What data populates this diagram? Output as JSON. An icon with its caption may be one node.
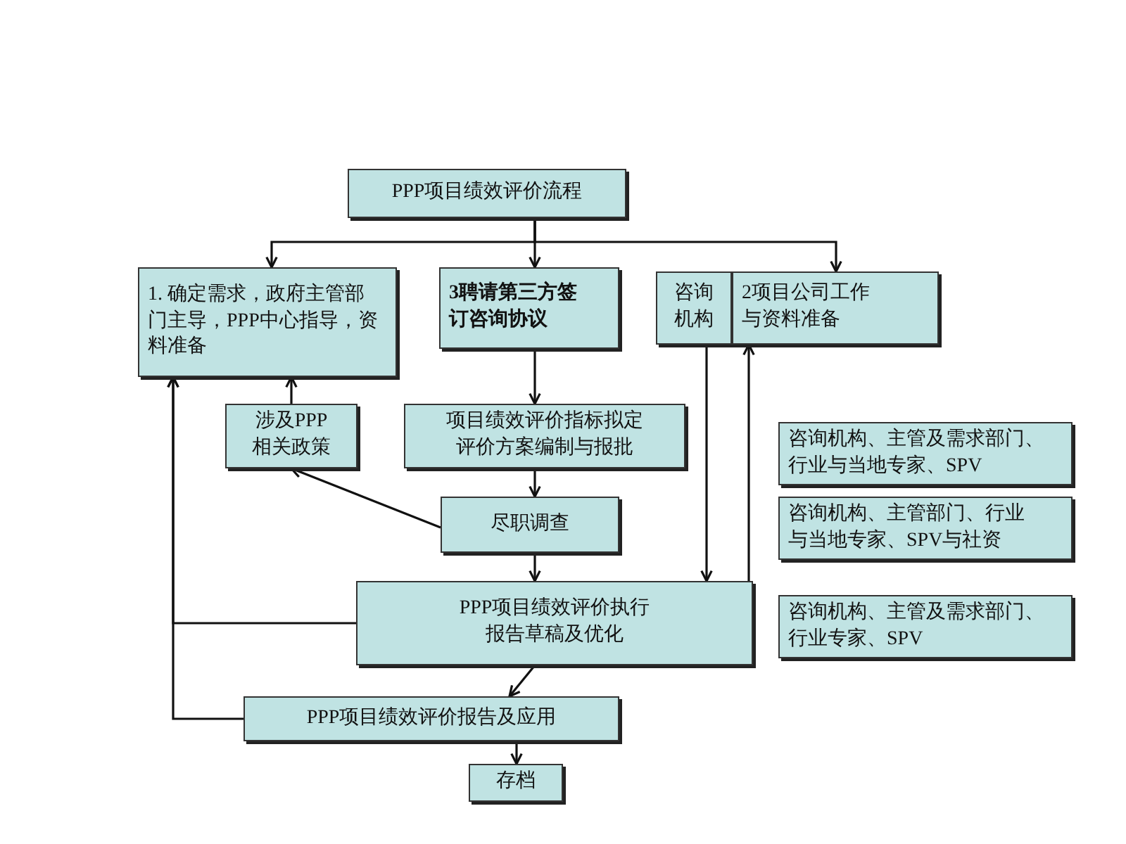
{
  "diagram": {
    "nodes": [
      {
        "text": [
          "PPP项目绩效评价流程"
        ]
      },
      {
        "text": [
          "1. 确定需求，政府主管部门主导，PPP中心指导，资料准备"
        ]
      },
      {
        "text": [
          "3聘请第三方签订咨询协议"
        ]
      },
      {
        "text": [
          "咨询机构"
        ]
      },
      {
        "text": [
          "2项目公司工作与资料准备"
        ]
      },
      {
        "text": [
          "涉及PPP相关政策"
        ]
      },
      {
        "text": [
          "项目绩效评价指标拟定评价方案编制与报批"
        ]
      },
      {
        "text": [
          "尽职调查"
        ]
      },
      {
        "text": [
          "PPP项目绩效评价执行报告草稿及优化"
        ]
      },
      {
        "text": [
          "PPP项目绩效评价报告及应用"
        ]
      },
      {
        "text": [
          "存档"
        ]
      },
      {
        "text": [
          "咨询机构、主管及需求部门、行业与当地专家、SPV"
        ]
      },
      {
        "text": [
          "咨询机构、主管部门、行业与当地专家、SPV与社资"
        ]
      },
      {
        "text": [
          "咨询机构、主管及需求部门、行业专家、SPV"
        ]
      }
    ],
    "edges": [
      {
        "from": 0,
        "to": 1,
        "arrow": "to"
      },
      {
        "from": 0,
        "to": 2,
        "arrow": "to"
      },
      {
        "from": 0,
        "to": 4,
        "arrow": "to"
      },
      {
        "from": 2,
        "to": 6,
        "arrow": "to"
      },
      {
        "from": 6,
        "to": 7,
        "arrow": "to"
      },
      {
        "from": 7,
        "to": 5,
        "arrow": "to"
      },
      {
        "from": 5,
        "to": 1,
        "arrow": "to"
      },
      {
        "from": 7,
        "to": 8,
        "arrow": "to"
      },
      {
        "from": 3,
        "to": 8,
        "arrow": "to"
      },
      {
        "from": 8,
        "to": 4,
        "arrow": "to"
      },
      {
        "from": 8,
        "to": 1,
        "arrow": "to"
      },
      {
        "from": 8,
        "to": 9,
        "arrow": "to"
      },
      {
        "from": 9,
        "to": 1,
        "arrow": "to"
      },
      {
        "from": 9,
        "to": 10,
        "arrow": "to"
      }
    ]
  }
}
